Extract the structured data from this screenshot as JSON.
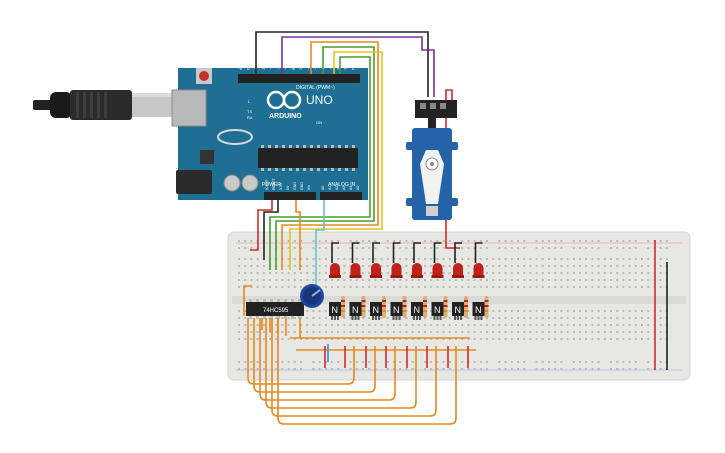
{
  "board": {
    "brand": "ARDUINO",
    "model": "UNO",
    "digital_label": "DIGITAL (PWM~)",
    "power_label": "POWER",
    "analog_label": "ANALOG IN",
    "tx_label": "TX",
    "rx_label": "RX",
    "l_label": "L",
    "on_label": "ON",
    "digital_pins": [
      "AREF",
      "GND",
      "13",
      "12",
      "~11",
      "~10",
      "~9",
      "8",
      "7",
      "~6",
      "~5",
      "4",
      "~3",
      "2",
      "TX→1",
      "RX←0"
    ],
    "power_pins": [
      "IOREF",
      "RESET",
      "3.3V",
      "5V",
      "GND",
      "GND",
      "Vin"
    ],
    "analog_pins": [
      "A0",
      "A1",
      "A2",
      "A3",
      "A4",
      "A5"
    ]
  },
  "chip": {
    "label": "74HC595"
  },
  "transistor_label": "N",
  "led_count": 8,
  "colors": {
    "board": "#1f6f95",
    "breadboard": "#e7e7e4",
    "servo": "#2463a8",
    "led": "#c0221b",
    "wire_orange": "#e58a1c",
    "wire_red": "#d42a2a",
    "wire_black": "#222222",
    "wire_purple": "#7a2fa0",
    "wire_green": "#4a9c2e",
    "wire_yellow": "#e3c41a",
    "wire_blue": "#3a8fd6",
    "wire_cyan": "#62c6cf"
  }
}
